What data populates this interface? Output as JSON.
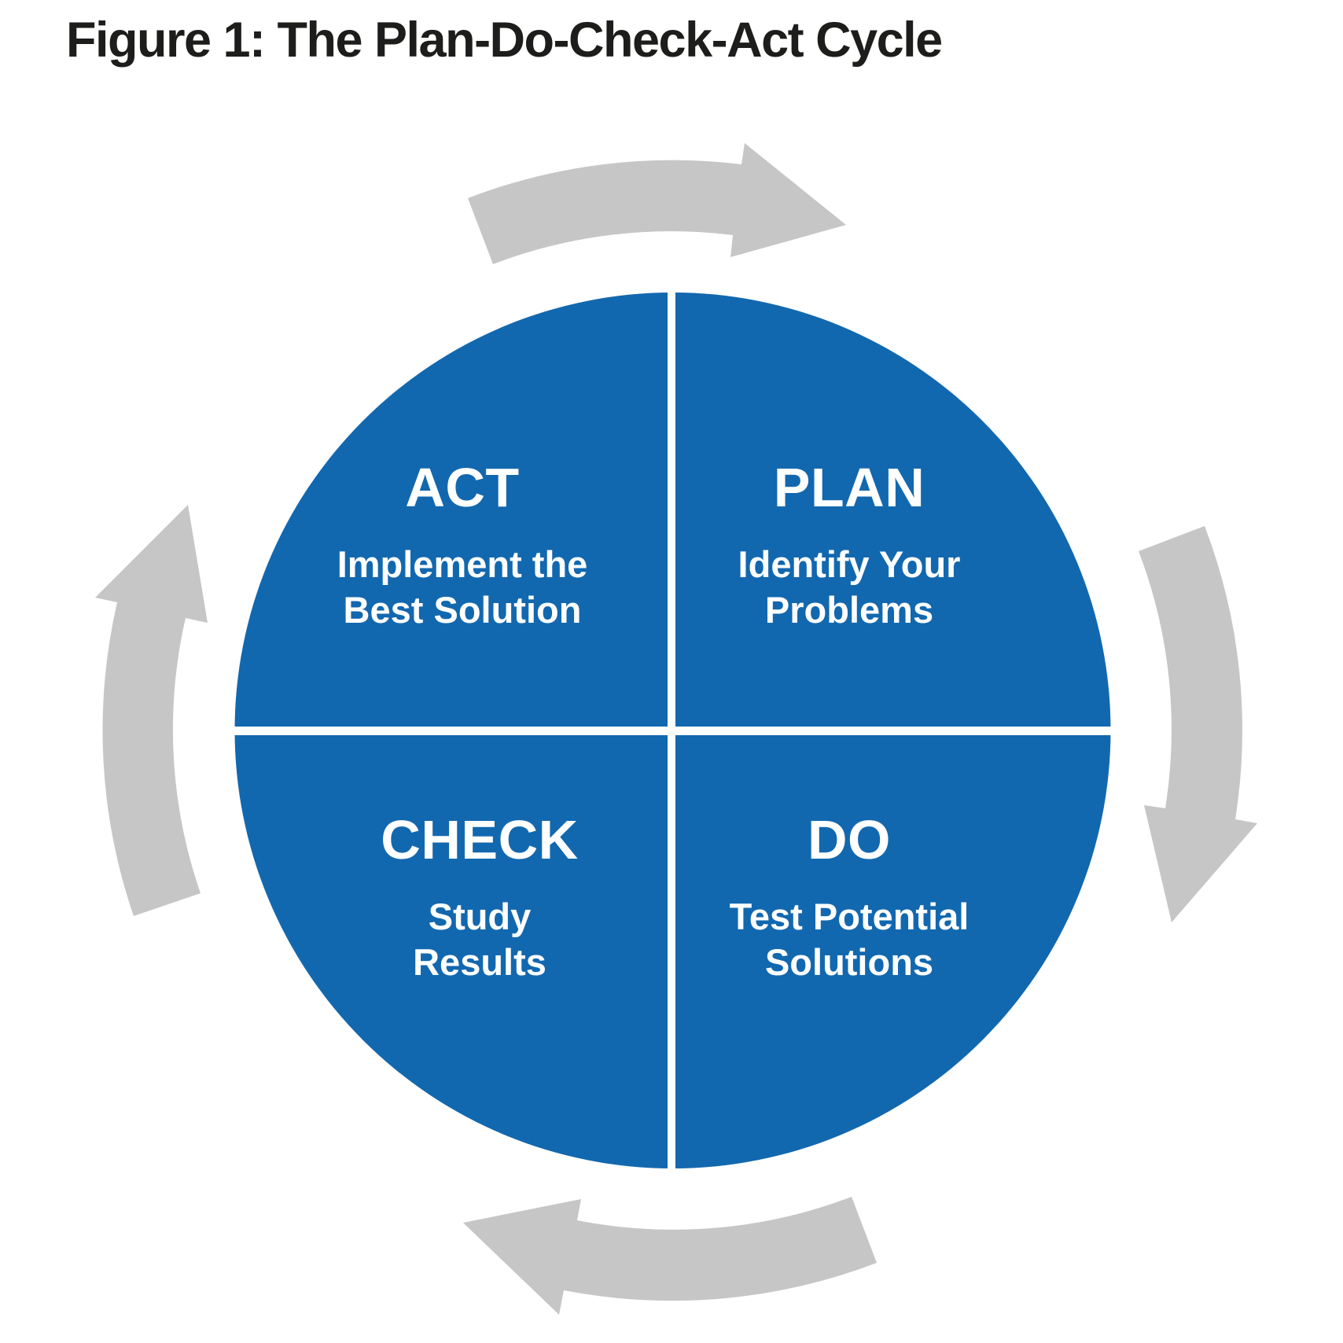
{
  "figure": {
    "title": "Figure 1: The Plan-Do-Check-Act Cycle"
  },
  "colors": {
    "circle_blue": "#1268AF",
    "arrow_gray": "#C6C6C6",
    "label_white": "#FFFFFF",
    "title_text": "#1D1D1B",
    "background": "#FFFFFF"
  },
  "cycle": {
    "direction": "clockwise",
    "quadrants": [
      {
        "id": "act",
        "position": "top-left",
        "label": "ACT",
        "description": "Implement the Best Solution",
        "desc_lines": [
          "Implement the",
          "Best Solution"
        ]
      },
      {
        "id": "plan",
        "position": "top-right",
        "label": "PLAN",
        "description": "Identify Your Problems",
        "desc_lines": [
          "Identify Your",
          "Problems"
        ]
      },
      {
        "id": "check",
        "position": "bottom-left",
        "label": "CHECK",
        "description": "Study Results",
        "desc_lines": [
          "Study",
          "Results"
        ]
      },
      {
        "id": "do",
        "position": "bottom-right",
        "label": "DO",
        "description": "Test Potential Solutions",
        "desc_lines": [
          "Test Potential",
          "Solutions"
        ]
      }
    ],
    "arrows": [
      {
        "id": "top",
        "pointing": "right"
      },
      {
        "id": "right",
        "pointing": "down"
      },
      {
        "id": "bottom",
        "pointing": "left"
      },
      {
        "id": "left",
        "pointing": "up"
      }
    ]
  }
}
